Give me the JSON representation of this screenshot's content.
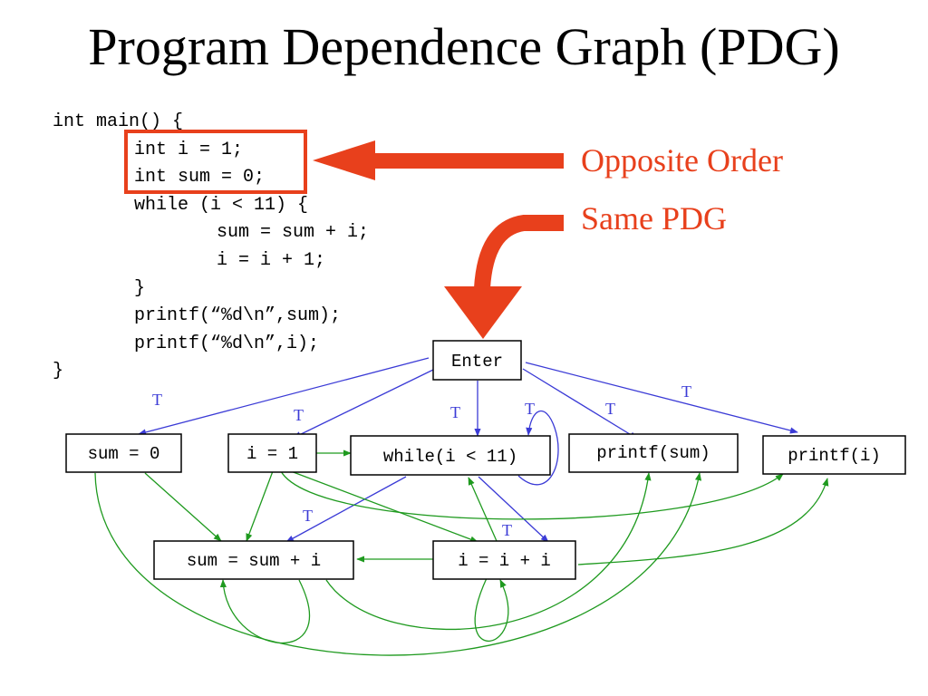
{
  "title": "Program Dependence Graph (PDG)",
  "code": {
    "lines": [
      "int main() {",
      "int i = 1;",
      "int sum = 0;",
      "while (i < 11) {",
      "sum = sum + i;",
      "i = i + 1;",
      "}",
      "printf(“%d\\n”,sum);",
      "printf(“%d\\n”,i);",
      "}"
    ]
  },
  "callouts": {
    "opposite_order": "Opposite Order",
    "same_pdg": "Same PDG"
  },
  "graph": {
    "nodes": {
      "enter": "Enter",
      "sum_init": "sum = 0",
      "i_init": "i = 1",
      "while": "while(i < 11)",
      "printf_sum": "printf(sum)",
      "printf_i": "printf(i)",
      "sum_update": "sum = sum + i",
      "i_update": "i = i + i"
    },
    "edge_label": "T"
  },
  "colors": {
    "control_edge": "#3b3bd6",
    "data_edge": "#1f9a1f",
    "highlight": "#e8401c"
  }
}
